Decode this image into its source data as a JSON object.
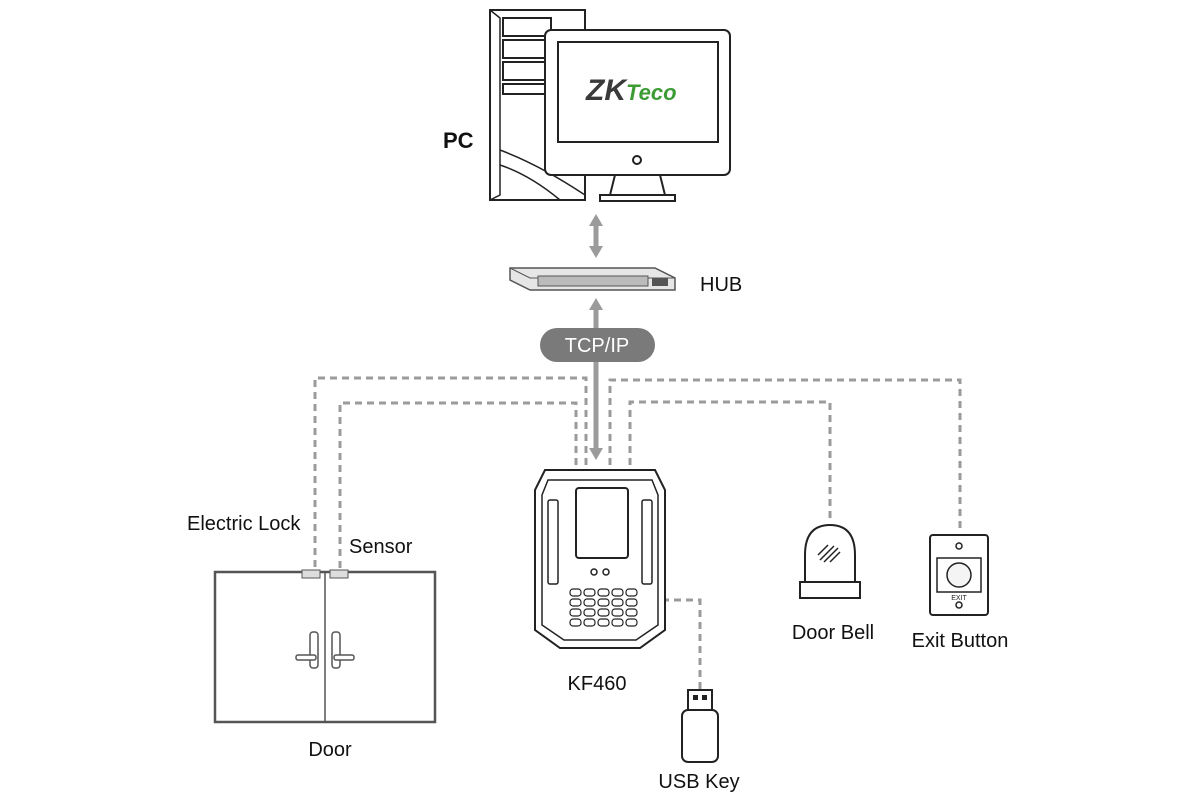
{
  "labels": {
    "pc": "PC",
    "hub": "HUB",
    "tcp_ip": "TCP/IP",
    "electric_lock": "Electric Lock",
    "sensor": "Sensor",
    "door": "Door",
    "kf460": "KF460",
    "usb_key": "USB Key",
    "door_bell": "Door Bell",
    "exit_button": "Exit Button"
  },
  "logo": {
    "text": "ZKTeco",
    "prefix": "ZK",
    "suffix": "Teco",
    "color": "#3d9b35",
    "dark": "#3a3a3a"
  },
  "exit_button_face_text": "EXIT",
  "colors": {
    "link": "#9b9b9b",
    "pill": "#7a7a7a",
    "device_outline": "#222222"
  }
}
